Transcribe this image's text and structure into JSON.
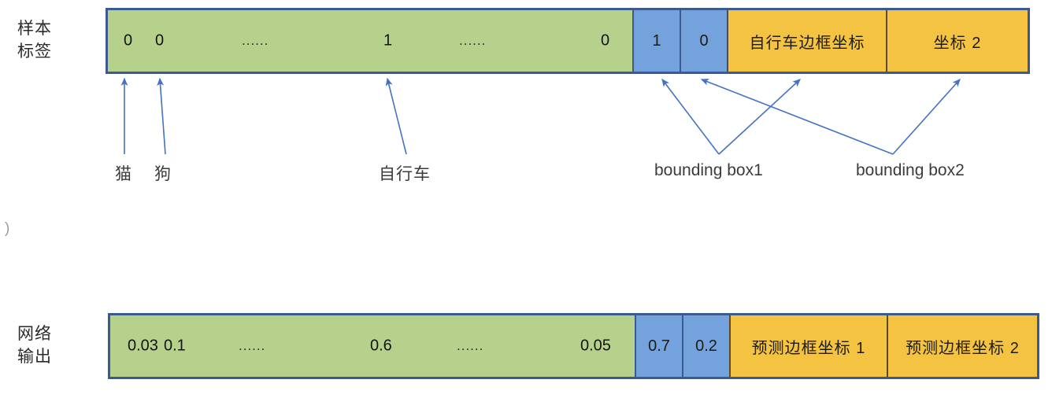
{
  "diagram": {
    "title_row_sample": "样本\n标签",
    "title_row_output": "网络\n输出",
    "stray_glyph": ")",
    "colors": {
      "green": "#b6d18c",
      "blue": "#74a2dc",
      "orange": "#f5c342",
      "border": "#3c5a92",
      "arrow": "#4472c4",
      "text": "#3b3b3b"
    },
    "sample_row": {
      "class_scores": {
        "first": "0",
        "second": "0",
        "dots_left": "......",
        "middle": "1",
        "dots_right": "......",
        "last": "0"
      },
      "confidence_cells": [
        "1",
        "0"
      ],
      "box_cells": [
        "自行车边框坐标",
        "坐标 2"
      ]
    },
    "output_row": {
      "class_scores": {
        "first": "0.03",
        "second": "0.1",
        "dots_left": "......",
        "middle": "0.6",
        "dots_right": "......",
        "last": "0.05"
      },
      "confidence_cells": [
        "0.7",
        "0.2"
      ],
      "box_cells": [
        "预测边框坐标 1",
        "预测边框坐标 2"
      ]
    },
    "annotations": [
      {
        "id": "cat",
        "label": "猫"
      },
      {
        "id": "dog",
        "label": "狗"
      },
      {
        "id": "bicycle",
        "label": "自行车"
      },
      {
        "id": "bbox1",
        "label": "bounding box1"
      },
      {
        "id": "bbox2",
        "label": "bounding box2"
      }
    ]
  }
}
